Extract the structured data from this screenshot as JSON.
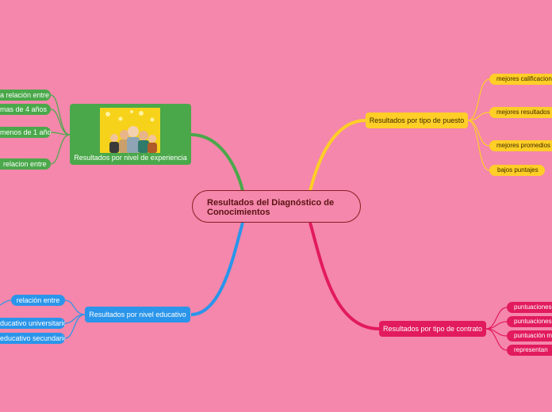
{
  "central": {
    "title": "Resultados del Diagnóstico de Conocimientos"
  },
  "branches": {
    "experience": {
      "label": "Resultados por nivel de experiencia",
      "image": "people-group-illustration",
      "children": [
        "a relación entre",
        "mas de 4 años",
        "menos de 1 año",
        "relacion entre"
      ]
    },
    "education": {
      "label": "Resultados por nivel educativo",
      "children": [
        "relación entre",
        "ducativo universitario",
        "educativo secundario"
      ]
    },
    "position": {
      "label": "Resultados por tipo de puesto",
      "children": [
        "mejores calificaciones",
        "mejores resultados",
        "mejores promedios",
        "bajos puntajes"
      ]
    },
    "contract": {
      "label": "Resultados por tipo de contrato",
      "children": [
        "puntuaciones",
        "puntuaciones",
        "puntuación m",
        "representan"
      ]
    }
  },
  "colors": {
    "background": "#f487ab",
    "experience": "#4aa84a",
    "education": "#2a95ea",
    "position": "#ffce27",
    "contract": "#e21a5e",
    "central_border": "#8a1d22"
  }
}
